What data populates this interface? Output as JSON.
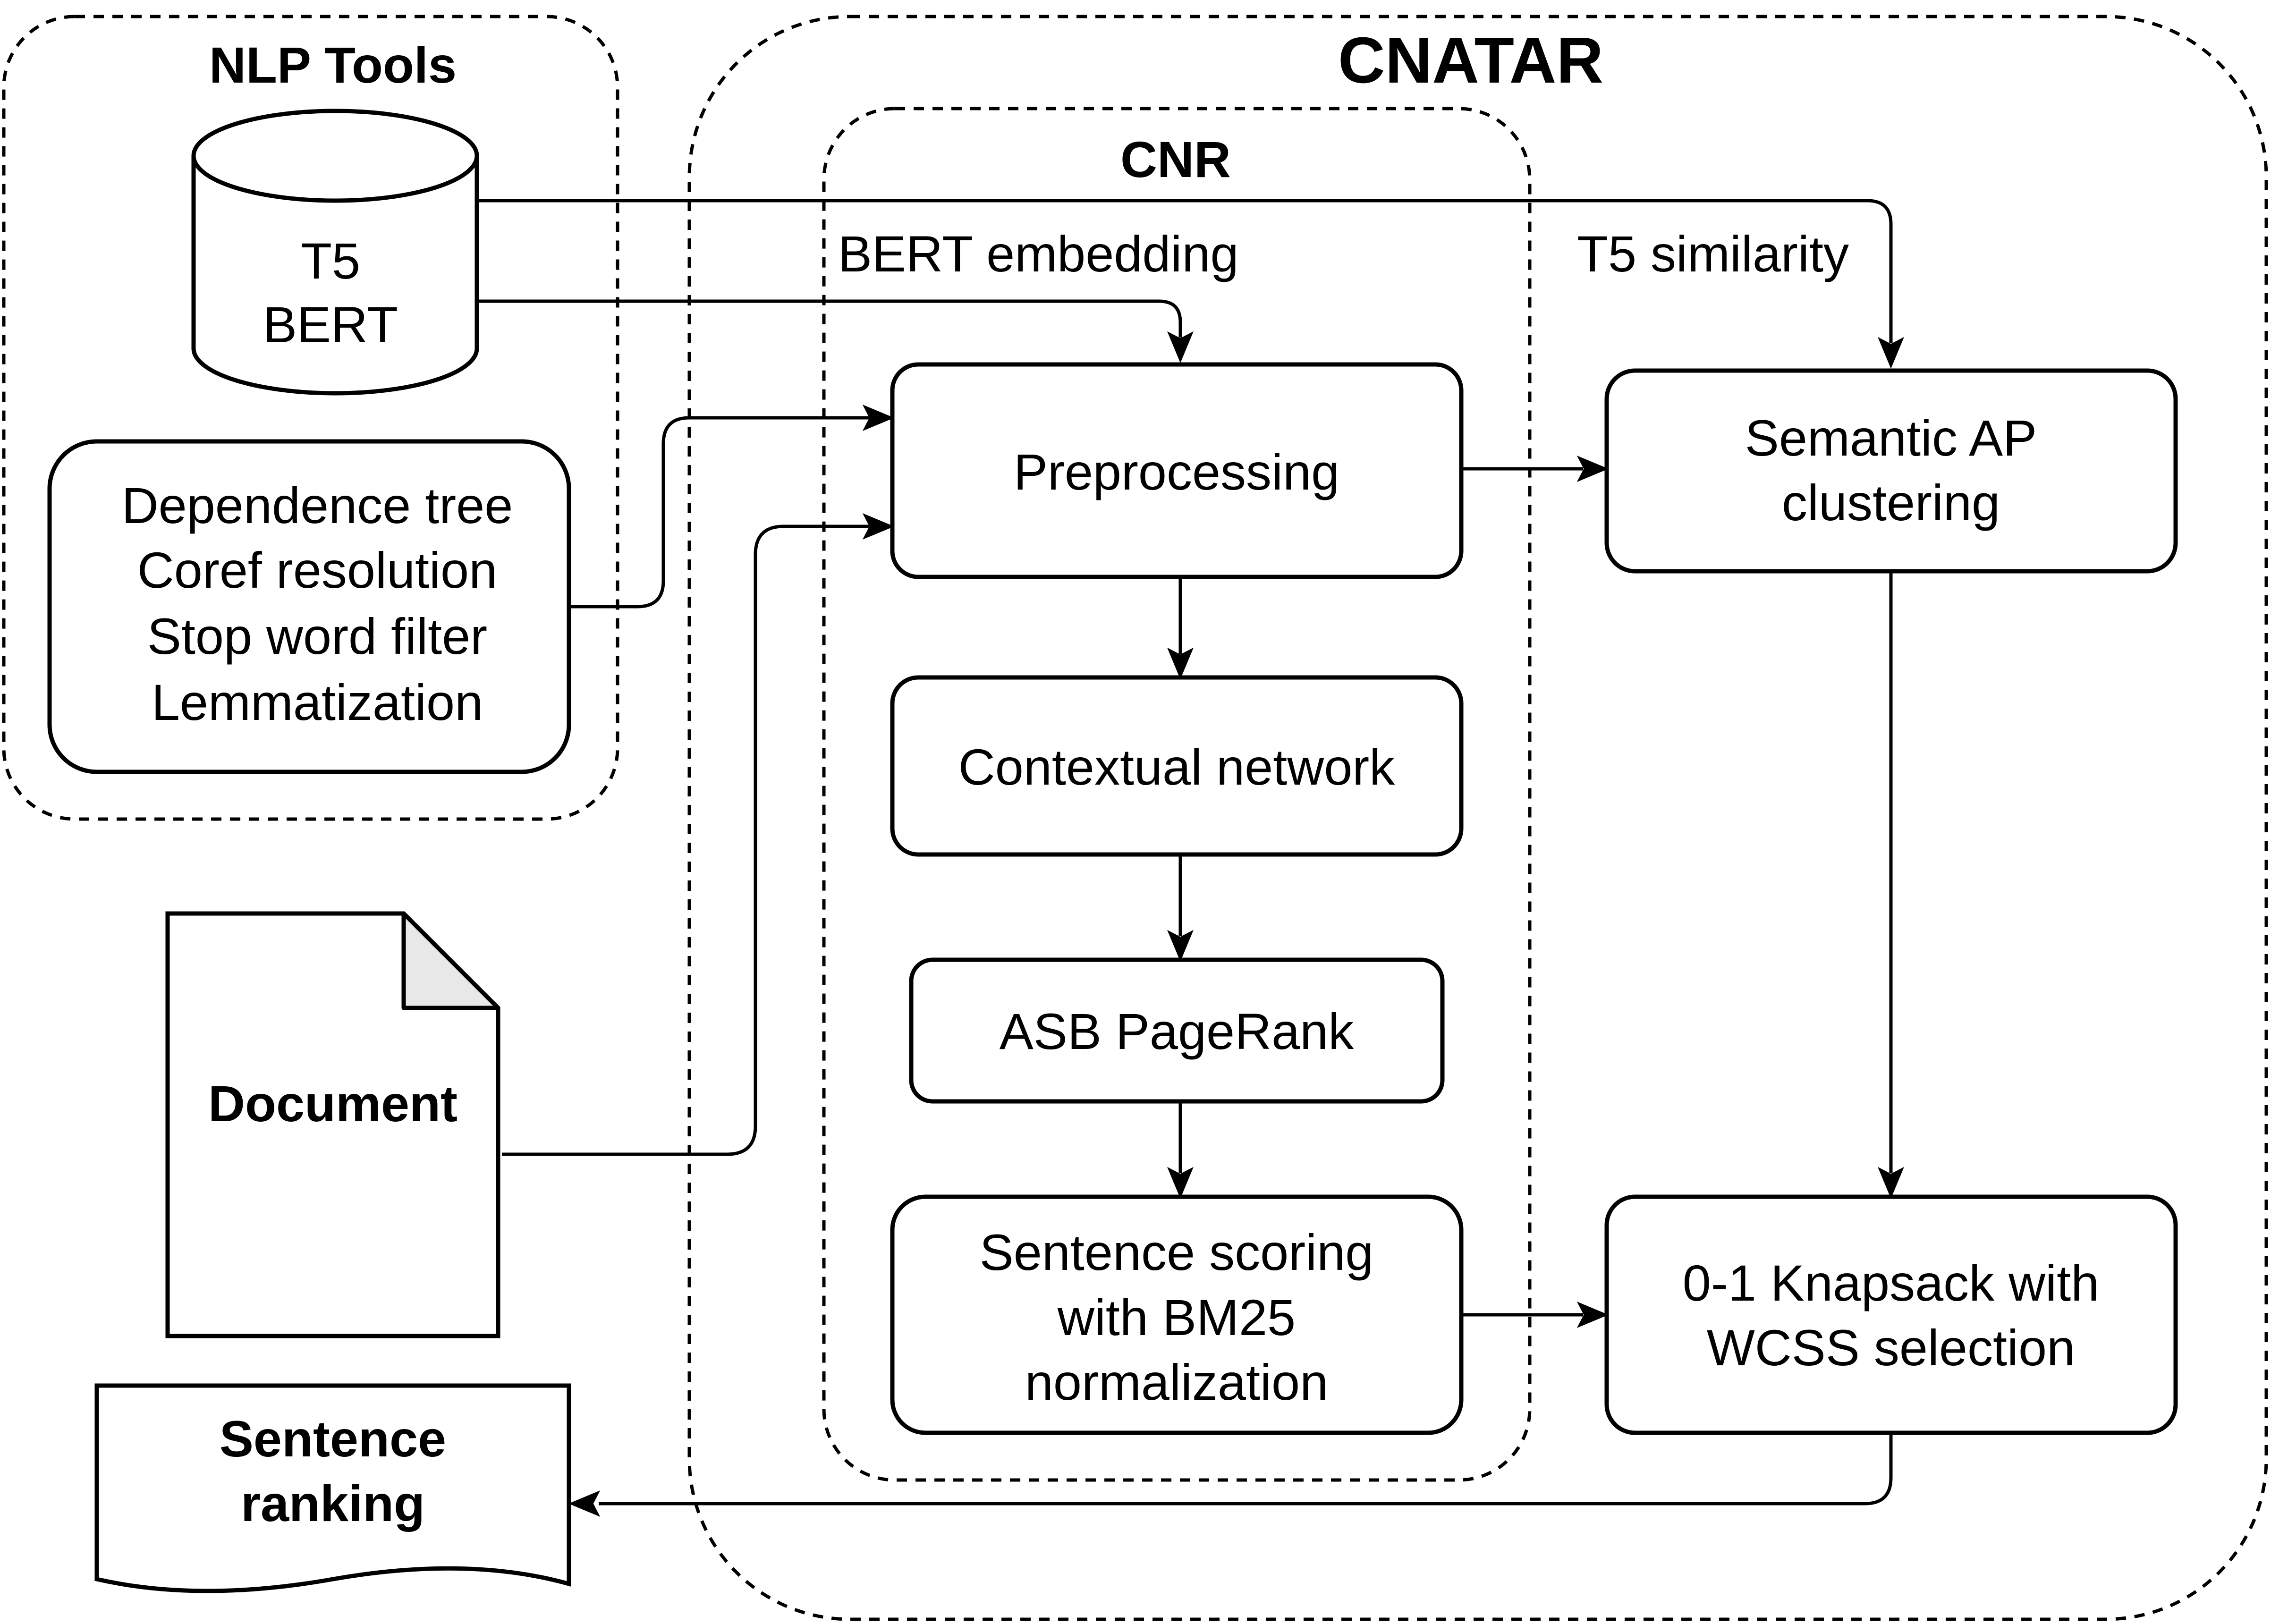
{
  "groups": {
    "nlp_tools": "NLP Tools",
    "cnatar": "CNATAR",
    "cnr": "CNR"
  },
  "nodes": {
    "models": {
      "lines": [
        "T5",
        "BERT"
      ]
    },
    "nlp_ops": {
      "lines": [
        "Dependence tree",
        "Coref resolution",
        "Stop word filter",
        "Lemmatization"
      ]
    },
    "document": "Document",
    "sentence_ranking": {
      "lines": [
        "Sentence",
        "ranking"
      ]
    },
    "preprocessing": "Preprocessing",
    "contextual_network": "Contextual network",
    "asb_pagerank": "ASB PageRank",
    "sentence_scoring": {
      "lines": [
        "Sentence scoring",
        "with BM25",
        "normalization"
      ]
    },
    "semantic_ap": {
      "lines": [
        "Semantic AP",
        "clustering"
      ]
    },
    "knapsack": {
      "lines": [
        "0-1 Knapsack with",
        "WCSS selection"
      ]
    }
  },
  "edge_labels": {
    "bert_embedding": "BERT embedding",
    "t5_similarity": "T5 similarity"
  },
  "edges": [
    {
      "from": "models",
      "to": "preprocessing",
      "label": "BERT embedding"
    },
    {
      "from": "models",
      "to": "semantic_ap",
      "label": "T5 similarity"
    },
    {
      "from": "nlp_ops",
      "to": "preprocessing"
    },
    {
      "from": "document",
      "to": "preprocessing"
    },
    {
      "from": "preprocessing",
      "to": "contextual_network"
    },
    {
      "from": "contextual_network",
      "to": "asb_pagerank"
    },
    {
      "from": "asb_pagerank",
      "to": "sentence_scoring"
    },
    {
      "from": "preprocessing",
      "to": "semantic_ap"
    },
    {
      "from": "semantic_ap",
      "to": "knapsack"
    },
    {
      "from": "sentence_scoring",
      "to": "knapsack"
    },
    {
      "from": "knapsack",
      "to": "sentence_ranking"
    }
  ]
}
